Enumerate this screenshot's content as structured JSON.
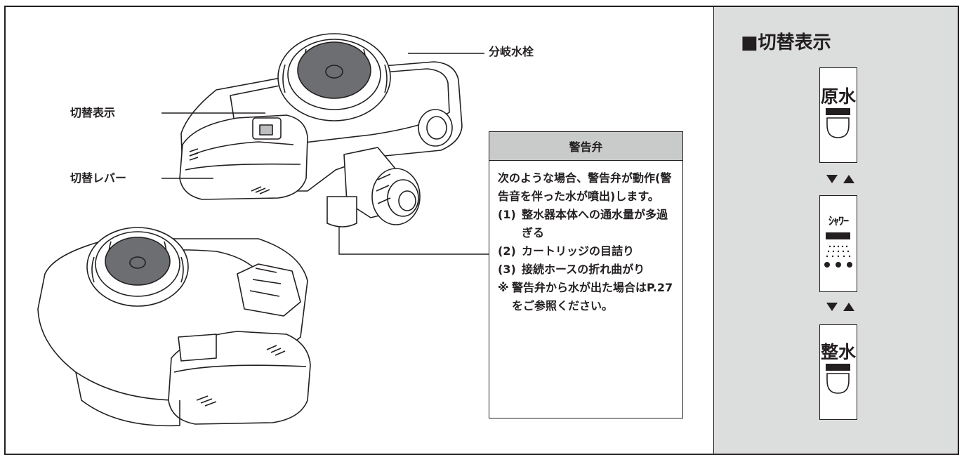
{
  "labels": {
    "branch_faucet": "分岐水栓",
    "switch_display": "切替表示",
    "switch_lever": "切替レバー"
  },
  "warning": {
    "title": "警告弁",
    "intro": "次のような場合、警告弁が動作(警告音を伴った水が噴出)します。",
    "items": [
      {
        "num": "(1)",
        "text": "整水器本体への通水量が多過ぎる"
      },
      {
        "num": "(2)",
        "text": "カートリッジの目詰り"
      },
      {
        "num": "(3)",
        "text": "接続ホースの折れ曲がり"
      }
    ],
    "note_mark": "※",
    "note": "警告弁から水が出た場合はP.27をご参照ください。"
  },
  "panel": {
    "title": "■切替表示",
    "modes": [
      {
        "label": "原水",
        "icon": "single-stream-icon"
      },
      {
        "label": "ｼｬﾜｰ",
        "icon": "shower-spray-icon"
      },
      {
        "label": "整水",
        "icon": "single-stream-icon"
      }
    ],
    "arrows": "▼▲"
  },
  "colors": {
    "line": "#231f20",
    "panel_bg": "#dcdddd",
    "header_bg": "#c9caca",
    "valve_face": "#6d6e71"
  }
}
